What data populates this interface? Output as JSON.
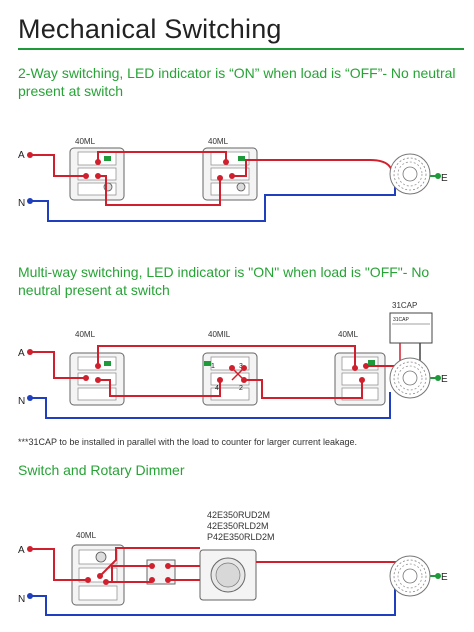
{
  "title": "Mechanical Switching",
  "section1": {
    "heading_line1": "2-Way switching, LED indicator is “ON” when load is “OFF”- No neutral",
    "heading_line2": "present at switch",
    "switch1_label": "40ML",
    "switch2_label": "40ML",
    "active_label": "A",
    "neutral_label": "N",
    "earth_label": "E"
  },
  "section2": {
    "heading_line1": "Multi-way switching, LED indicator is \"ON\" when load is \"OFF\"- No",
    "heading_line2": "neutral present at switch",
    "switch1_label": "40ML",
    "switch2_label": "40MIL",
    "switch3_label": "40ML",
    "cap_label": "31CAP",
    "cap_box_title": "31CAP",
    "active_label": "A",
    "neutral_label": "N",
    "earth_label": "E",
    "terminal_1": "1",
    "terminal_2": "2",
    "terminal_3": "3",
    "terminal_4": "4",
    "note": "***31CAP to be installed in parallel with the load to counter for larger current leakage."
  },
  "section3": {
    "heading": "Switch and Rotary Dimmer",
    "switch_label": "40ML",
    "dimmer_models": [
      "42E350RUD2M",
      "42E350RLD2M",
      "P42E350RLD2M"
    ],
    "active_label": "A",
    "neutral_label": "N",
    "earth_label": "E"
  },
  "colors": {
    "active_wire": "#d0202e",
    "neutral_wire": "#1f3fbf",
    "earth_wire": "#1f9a3a",
    "heading": "#27a336"
  }
}
